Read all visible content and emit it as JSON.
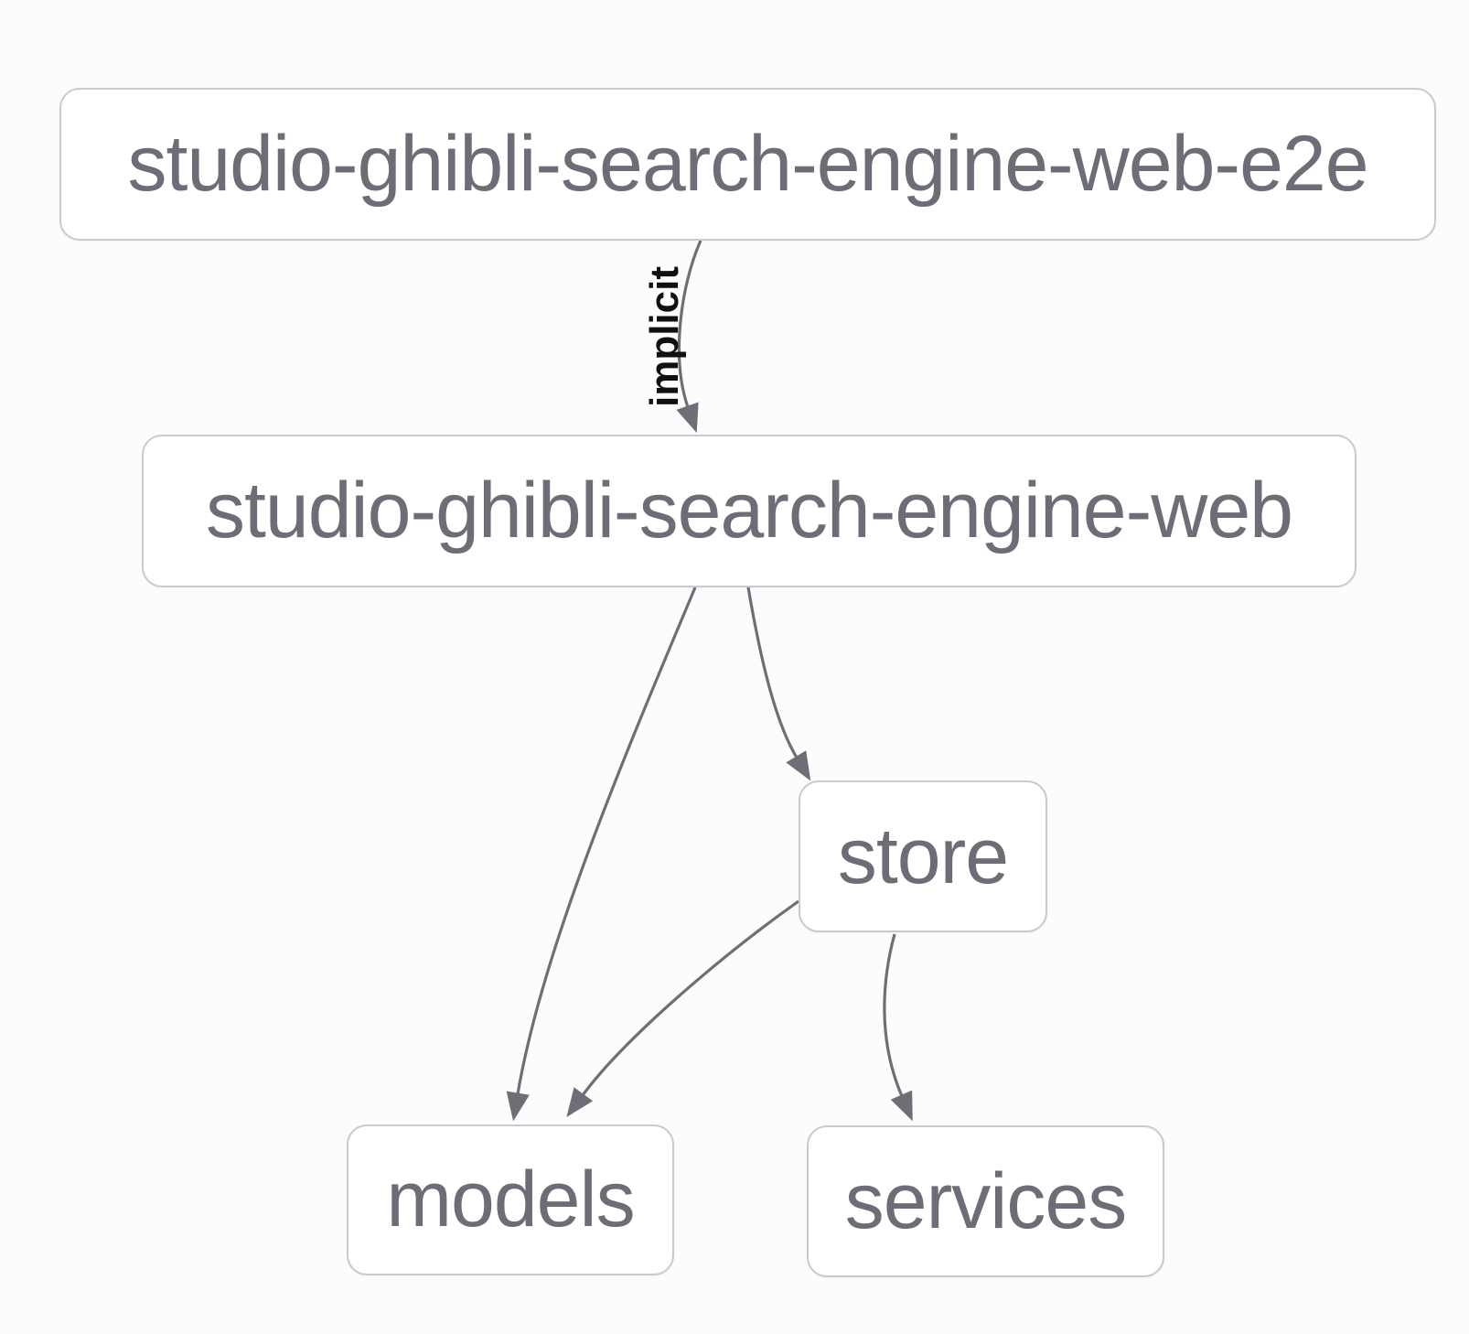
{
  "theme": {
    "background": "#fcfcfc",
    "node_fill": "#ffffff",
    "node_border": "#c9c9d1",
    "node_text": "#6d6d78",
    "edge_color": "#6e6e77",
    "edge_label_color": "#111111"
  },
  "graph": {
    "type": "dependency-graph",
    "nodes": [
      {
        "label": "studio-ghibli-search-engine-web-e2e"
      },
      {
        "label": "studio-ghibli-search-engine-web"
      },
      {
        "label": "store"
      },
      {
        "label": "models"
      },
      {
        "label": "services"
      }
    ],
    "edges": [
      {
        "from": "studio-ghibli-search-engine-web-e2e",
        "to": "studio-ghibli-search-engine-web",
        "label": "implicit"
      },
      {
        "from": "studio-ghibli-search-engine-web",
        "to": "store"
      },
      {
        "from": "studio-ghibli-search-engine-web",
        "to": "models"
      },
      {
        "from": "store",
        "to": "models"
      },
      {
        "from": "store",
        "to": "services"
      }
    ]
  }
}
